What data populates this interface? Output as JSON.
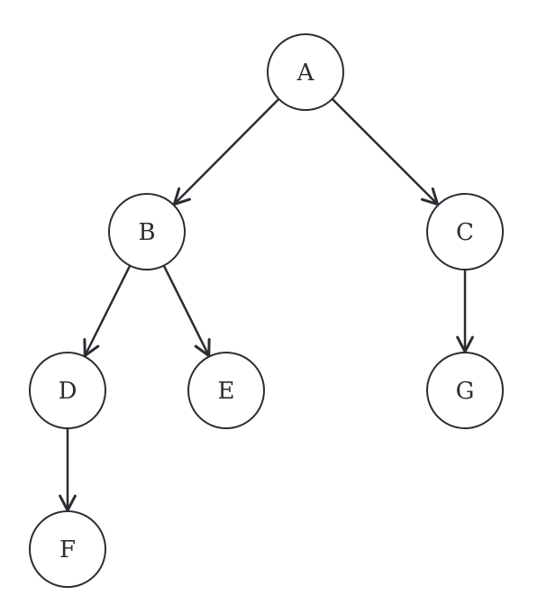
{
  "diagram": {
    "type": "tree",
    "nodes": [
      {
        "id": "A",
        "label": "A"
      },
      {
        "id": "B",
        "label": "B"
      },
      {
        "id": "C",
        "label": "C"
      },
      {
        "id": "D",
        "label": "D"
      },
      {
        "id": "E",
        "label": "E"
      },
      {
        "id": "G",
        "label": "G"
      },
      {
        "id": "F",
        "label": "F"
      }
    ],
    "edges": [
      {
        "from": "A",
        "to": "B"
      },
      {
        "from": "A",
        "to": "C"
      },
      {
        "from": "B",
        "to": "D"
      },
      {
        "from": "B",
        "to": "E"
      },
      {
        "from": "C",
        "to": "G"
      },
      {
        "from": "D",
        "to": "F"
      }
    ],
    "colors": {
      "stroke": "#2b2d33",
      "fill": "#ffffff",
      "background": "#ffffff"
    }
  }
}
